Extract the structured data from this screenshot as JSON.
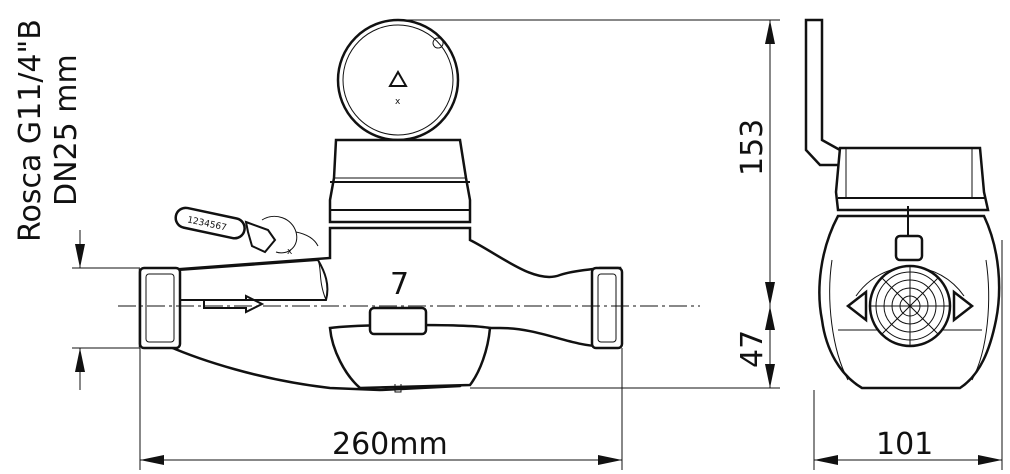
{
  "labels": {
    "thread": "Rosca G11/4\"B",
    "nominal_diameter": "DN25 mm",
    "length": "260mm",
    "height_upper": "153",
    "height_lower": "47",
    "width": "101",
    "register_number": "7",
    "seal_tag": "1234567"
  },
  "colors": {
    "line": "#111111",
    "background": "#ffffff"
  }
}
